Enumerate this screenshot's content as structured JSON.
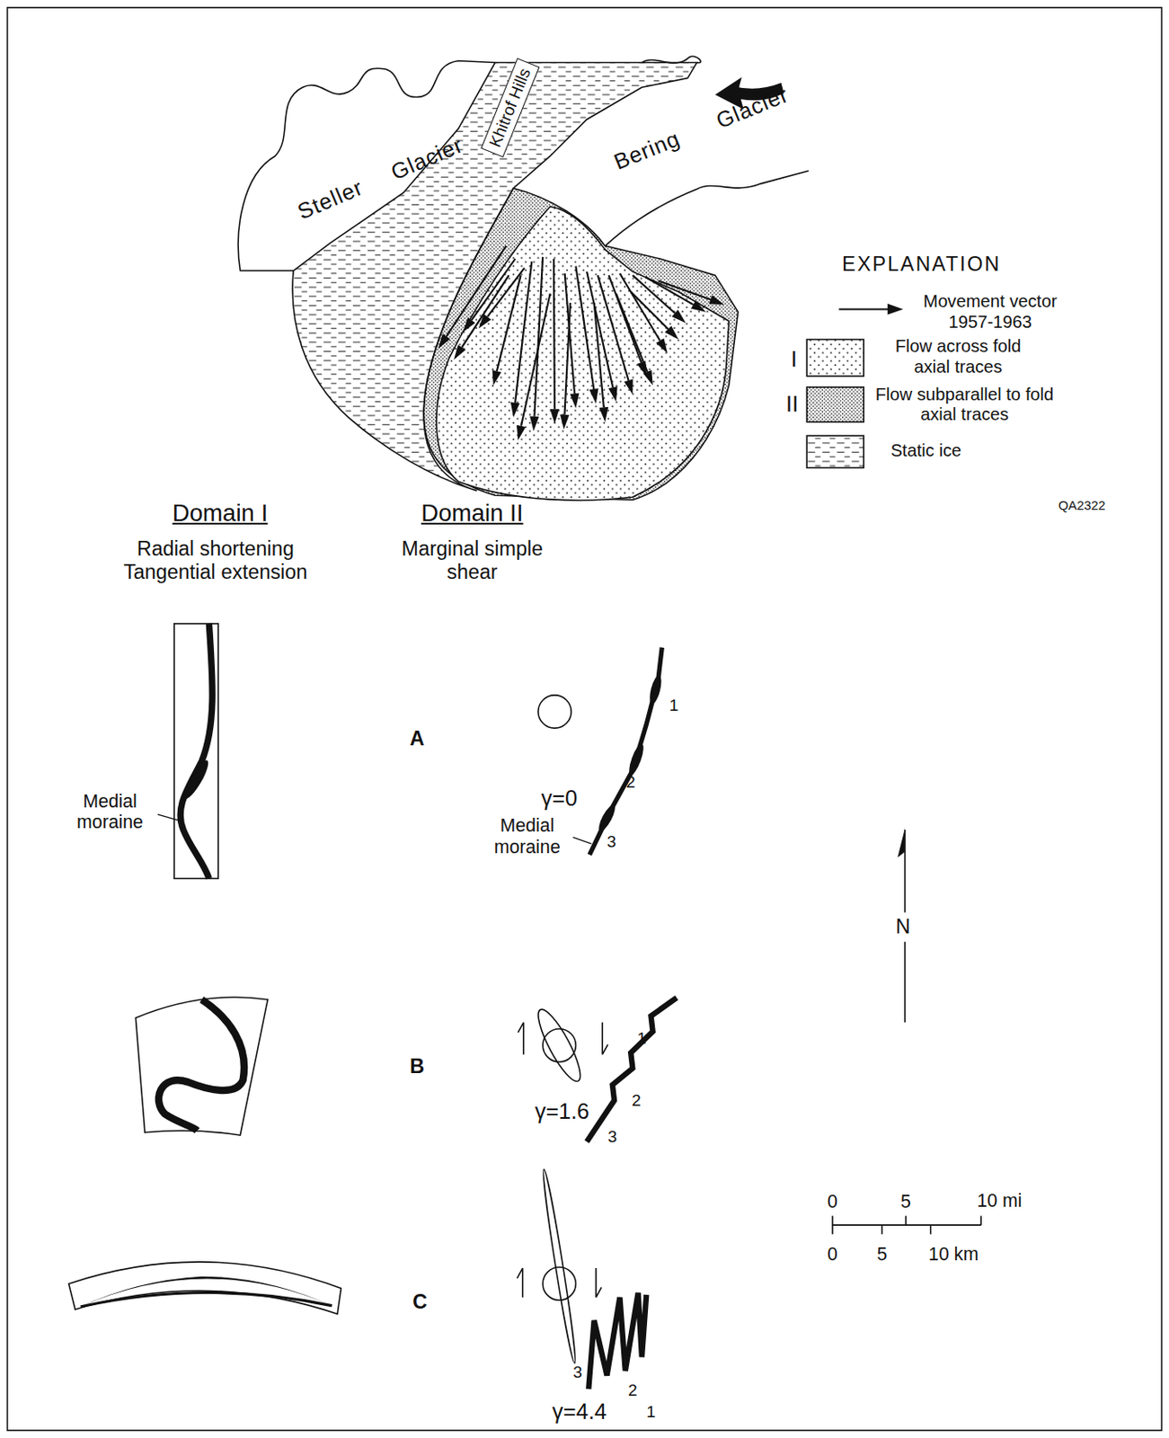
{
  "diagram": {
    "nodes": [
      {
        "text": [
          "Khitrof Hills"
        ]
      }
    ],
    "edges": [],
    "labels": [
      "Steller Glacier",
      "Bering Glacier",
      "EXPLANATION",
      "I",
      "II",
      "QA2322",
      "Domain I",
      "Radial shortening Tangential extension",
      "Domain II",
      "Marginal simple shear",
      "Medial moraine",
      "A",
      "γ=0",
      "1",
      "2",
      "3",
      "Medial moraine",
      "B",
      "γ=1.6",
      "1",
      "2",
      "3",
      "C",
      "γ=4.4",
      "3",
      "2",
      "1",
      "N",
      "0",
      "5",
      "10 mi",
      "0",
      "5",
      "10 km"
    ],
    "legend": [
      {
        "text": "Movement vector 1957-1963"
      },
      {
        "text": "Flow across fold axial traces"
      },
      {
        "text": "Flow subparallel to fold axial traces"
      },
      {
        "text": "Static ice"
      }
    ]
  }
}
